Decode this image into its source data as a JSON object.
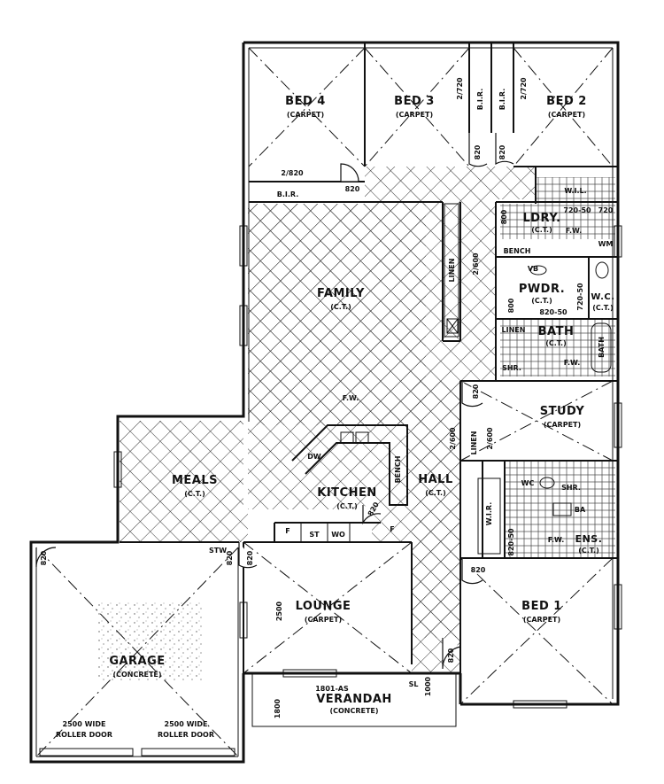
{
  "rooms": {
    "bed4": {
      "name": "BED 4",
      "finish": "(CARPET)"
    },
    "bed3": {
      "name": "BED 3",
      "finish": "(CARPET)"
    },
    "bed2": {
      "name": "BED 2",
      "finish": "(CARPET)"
    },
    "family": {
      "name": "FAMILY",
      "finish": "(C.T.)"
    },
    "ldry": {
      "name": "LDRY.",
      "finish": "(C.T.)"
    },
    "pwdr": {
      "name": "PWDR.",
      "finish": "(C.T.)"
    },
    "wc": {
      "name": "W.C.",
      "finish": "(C.T.)"
    },
    "bath": {
      "name": "BATH",
      "finish": "(C.T.)"
    },
    "study": {
      "name": "STUDY",
      "finish": "(CARPET)"
    },
    "meals": {
      "name": "MEALS",
      "finish": "(C.T.)"
    },
    "kitchen": {
      "name": "KITCHEN",
      "finish": "(C.T.)"
    },
    "hall": {
      "name": "HALL",
      "finish": "(C.T.)"
    },
    "ens": {
      "name": "ENS.",
      "finish": "(C.T.)"
    },
    "bed1": {
      "name": "BED 1",
      "finish": "(CARPET)"
    },
    "garage": {
      "name": "GARAGE",
      "finish": "(CONCRETE)"
    },
    "lounge": {
      "name": "LOUNGE",
      "finish": "(CARPET)"
    },
    "verandah": {
      "name": "VERANDAH",
      "finish": "(CONCRETE)"
    }
  },
  "labels": {
    "bir_bed4": "B.I.R.",
    "bir_b3": "B.I.R.",
    "bir_b2": "B.I.R.",
    "wil": "W.I.L.",
    "bench": "BENCH",
    "linen_family": "LINEN",
    "linen_bath": "LINEN",
    "linen_hall": "LINEN",
    "shr_bath": "SHR.",
    "shr_ens": "SHR.",
    "wir": "W.I.R.",
    "bench_kitchen": "BENCH",
    "dw": "DW",
    "st": "ST",
    "wo": "WO",
    "f1": "F",
    "f2": "F",
    "wm": "WM",
    "vb": "VB",
    "fw1": "F.W.",
    "fw2": "F.W.",
    "fw3": "F.W.",
    "fw4": "F.W.",
    "wc_ens": "WC",
    "ba": "BA",
    "bath_tub": "BATH",
    "stw": "STW",
    "sl": "SL"
  },
  "dims": {
    "d_bed4_bir": "2/820",
    "d_bir3": "2/720",
    "d_bir2": "2/720",
    "d_820_bed4": "820",
    "d_820_b3": "820",
    "d_820_b2": "820",
    "d_720_50a": "720-50",
    "d_720": "720",
    "d_800_ldry": "800",
    "d_800_bath": "800",
    "d_820_50_pwdr": "820-50",
    "d_720_50_wc": "720-50",
    "d_2600_linen": "2/600",
    "d_820_study": "820",
    "d_2600_study": "2/600",
    "d_2600_hall": "2/600",
    "d_820_bed1": "820",
    "d_820_50_ens": "820-50",
    "d_820_garage1": "820",
    "d_820_garage2": "820",
    "d_820_lounge": "820",
    "d_820_kitchen": "820",
    "d_820_hall": "820",
    "d_2500": "2500",
    "d_1800": "1800",
    "d_1000": "1000",
    "d_1801": "1801-AS",
    "d_2a": "2500 WIDE",
    "d_2b": "ROLLER DOOR",
    "d_3a": "2500 WIDE",
    "d_3b": "ROLLER DOOR"
  }
}
